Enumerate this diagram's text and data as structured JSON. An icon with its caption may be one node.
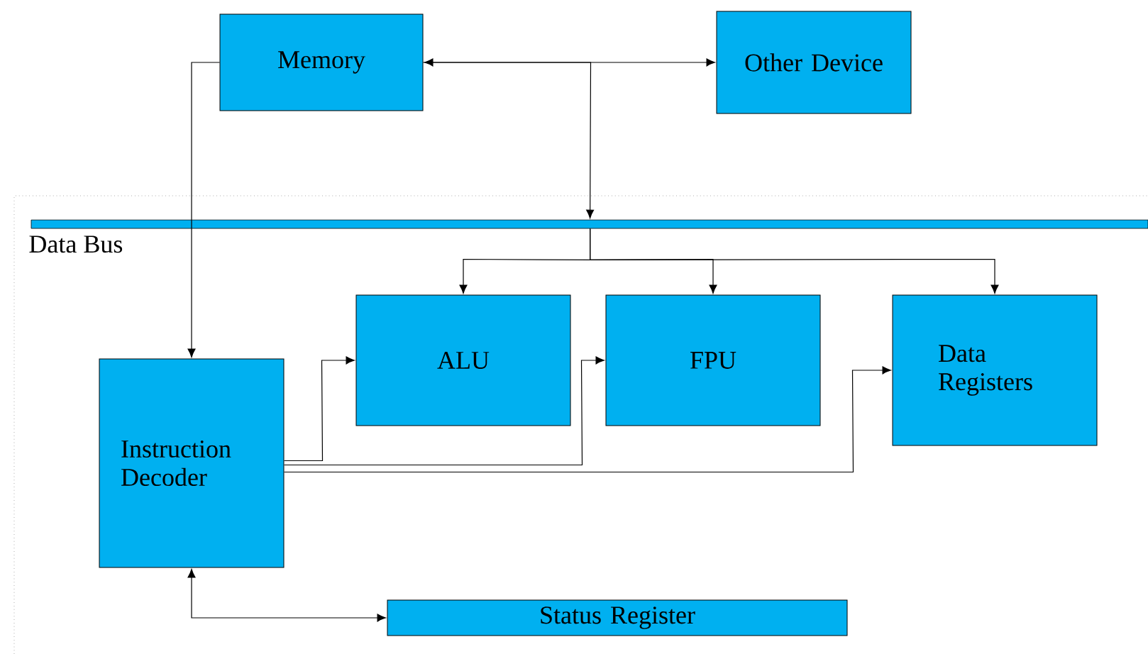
{
  "diagram": {
    "nodes": [
      {
        "text": [
          "Memory"
        ]
      },
      {
        "text": [
          "Other Device"
        ]
      },
      {
        "text": [
          "Data Bus"
        ]
      },
      {
        "text": [
          "ALU"
        ]
      },
      {
        "text": [
          "FPU"
        ]
      },
      {
        "text": [
          "Data Registers"
        ]
      },
      {
        "text": [
          "Instruction Decoder"
        ]
      },
      {
        "text": [
          "Status Register"
        ]
      }
    ],
    "edges": [
      {
        "from": 0,
        "to": 1,
        "arrow": "both"
      },
      {
        "from": 0,
        "to": 2,
        "arrow": "to"
      },
      {
        "from": 2,
        "to": 3,
        "arrow": "to"
      },
      {
        "from": 2,
        "to": 4,
        "arrow": "to"
      },
      {
        "from": 2,
        "to": 5,
        "arrow": "to"
      },
      {
        "from": 0,
        "to": 6,
        "arrow": "to"
      },
      {
        "from": 6,
        "to": 3,
        "arrow": "to"
      },
      {
        "from": 6,
        "to": 4,
        "arrow": "to"
      },
      {
        "from": 6,
        "to": 5,
        "arrow": "to"
      },
      {
        "from": 6,
        "to": 7,
        "arrow": "both"
      }
    ]
  }
}
